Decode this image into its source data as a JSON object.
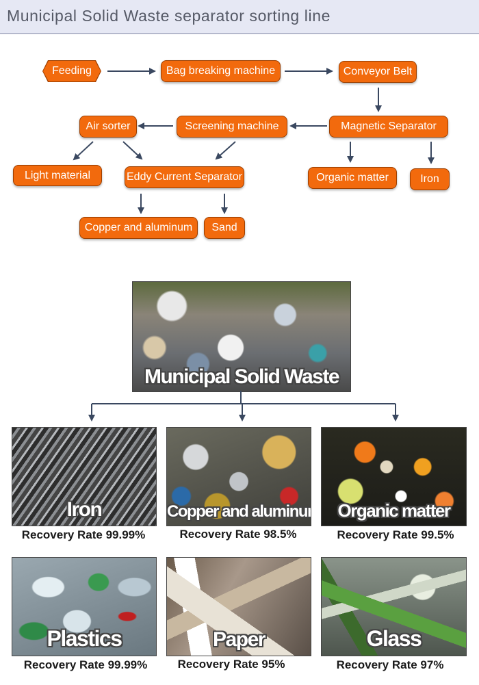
{
  "header": {
    "title": "Municipal Solid Waste separator sorting line"
  },
  "flow": {
    "feeding": "Feeding",
    "bag_breaking": "Bag breaking machine",
    "conveyor_belt": "Conveyor Belt",
    "magnetic_separator": "Magnetic Separator",
    "screening_machine": "Screening machine",
    "air_sorter": "Air sorter",
    "light_material": "Light material",
    "eddy_current": "Eddy Current Separator",
    "organic_matter": "Organic matter",
    "iron": "Iron",
    "copper_aluminum": "Copper and aluminum",
    "sand": "Sand"
  },
  "colors": {
    "node_fill": "#f26a0d",
    "node_border": "#9c3f00",
    "arrow": "#3a4860",
    "header_bg": "#e6e8f4"
  },
  "products": {
    "source_label": "Municipal Solid Waste",
    "items": [
      {
        "label": "Iron",
        "rate": "Recovery Rate 99.99%"
      },
      {
        "label": "Copper and aluminum",
        "rate": "Recovery Rate 98.5%"
      },
      {
        "label": "Organic matter",
        "rate": "Recovery Rate 99.5%"
      },
      {
        "label": "Plastics",
        "rate": "Recovery Rate 99.99%"
      },
      {
        "label": "Paper",
        "rate": "Recovery Rate 95%"
      },
      {
        "label": "Glass",
        "rate": "Recovery Rate 97%"
      }
    ]
  }
}
